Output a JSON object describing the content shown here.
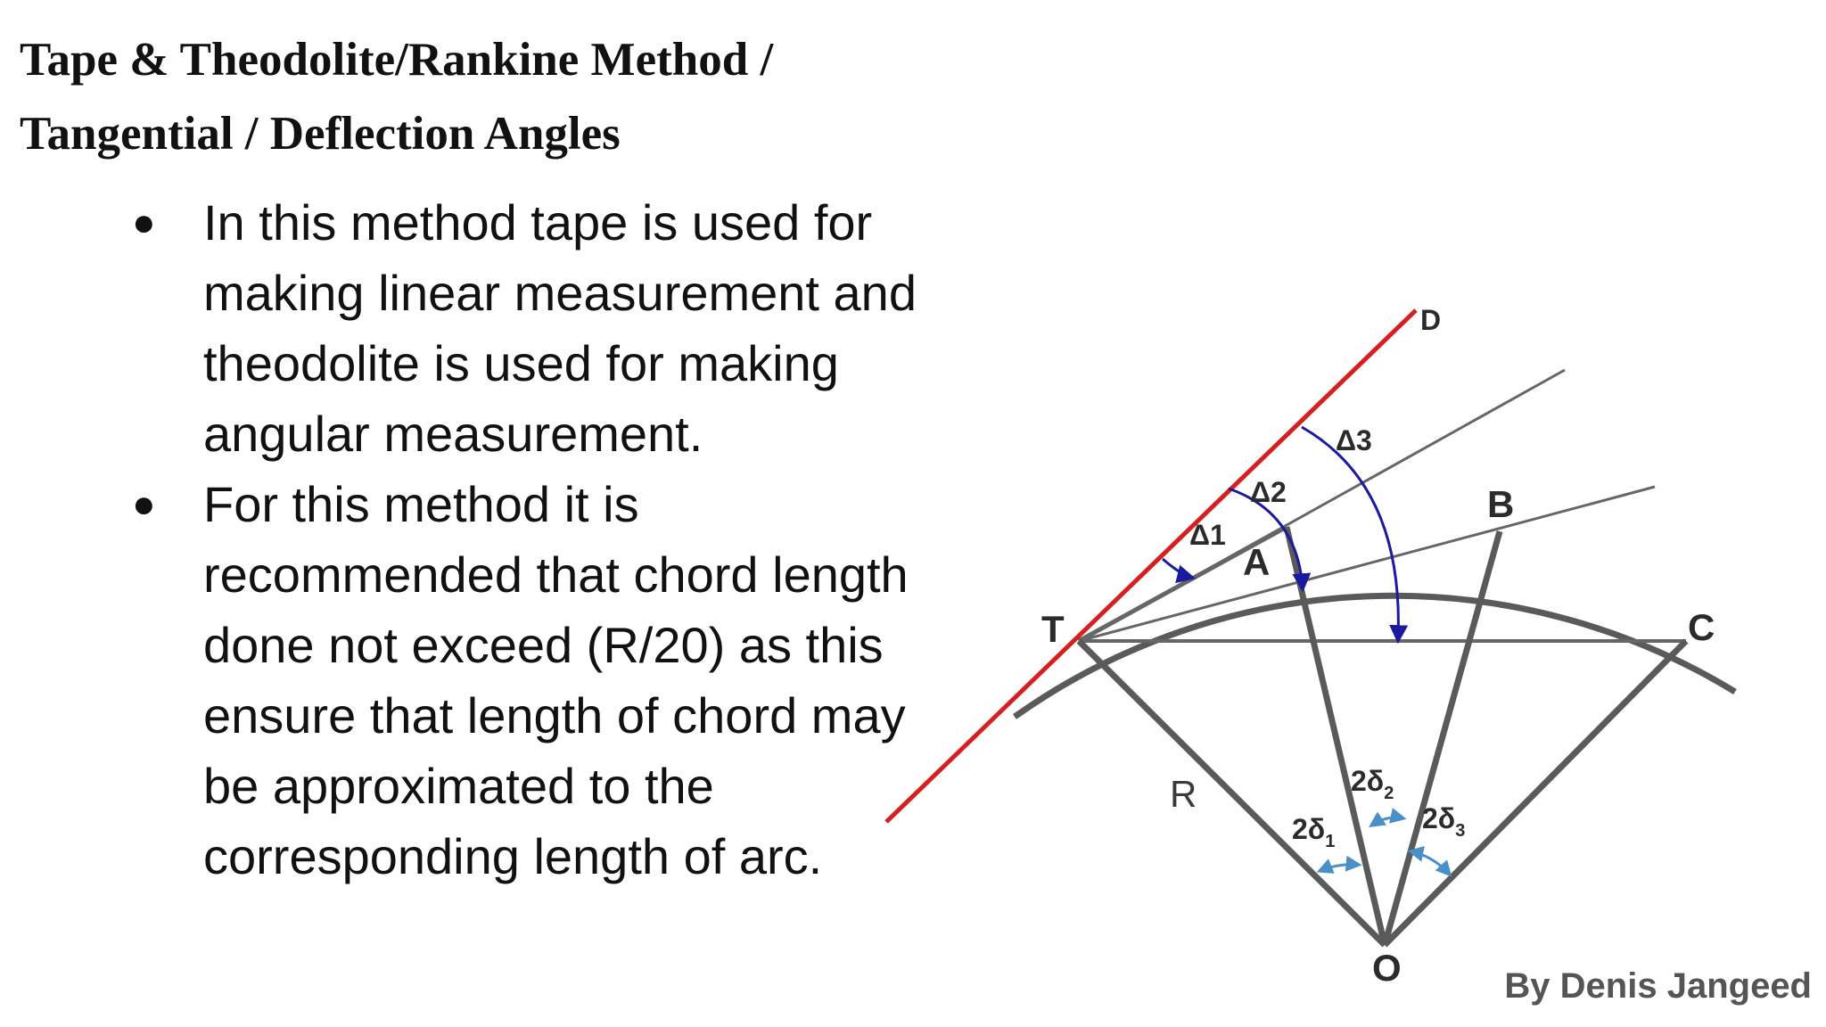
{
  "slide": {
    "title_lines": [
      "Tape & Theodolite/Rankine Method /",
      "Tangential / Deflection Angles"
    ],
    "bullets": [
      {
        "lines": [
          "In this method tape is used for",
          "making linear measurement and",
          "theodolite is used for making",
          "angular measurement."
        ]
      },
      {
        "lines": [
          "For this method it is",
          "recommended that chord length",
          "done not exceed (R/20) as this",
          "ensure that length of chord may",
          "be approximated to the",
          "corresponding length of arc."
        ]
      }
    ],
    "bullet_glyph": "●",
    "author": "By Denis Jangeed"
  },
  "diagram": {
    "points": {
      "T": "T",
      "A": "A",
      "B": "B",
      "C": "C",
      "D": "D",
      "O": "O"
    },
    "radius_label": "R",
    "deflection_angles": {
      "d1": "Δ1",
      "d2": "Δ2",
      "d3": "Δ3"
    },
    "central_angles": {
      "c1_main": "2δ",
      "c1_sub": "1",
      "c2_main": "2δ",
      "c2_sub": "2",
      "c3_main": "2δ",
      "c3_sub": "3"
    },
    "colors": {
      "tangent": "#d62020",
      "lines": "#5a5a5a",
      "deflection_arrows": "#1a1aa0",
      "central_arrows": "#4a90c8"
    }
  }
}
